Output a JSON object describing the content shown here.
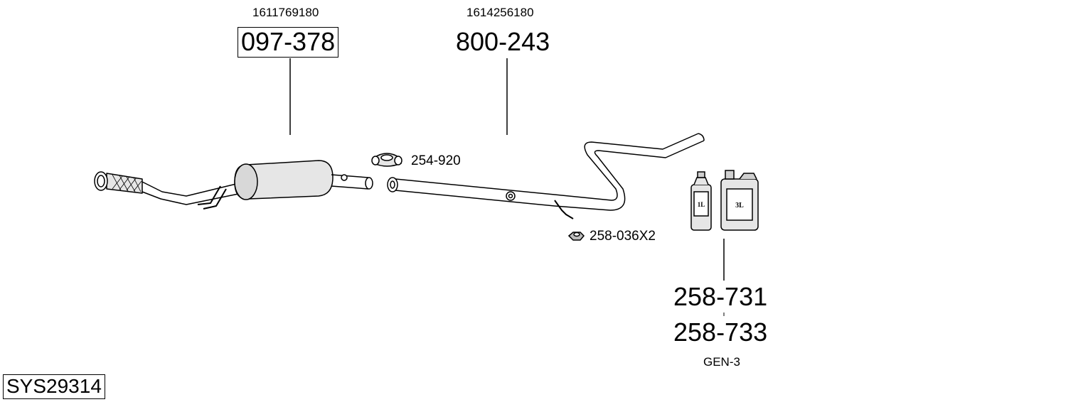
{
  "parts": {
    "muffler": {
      "oem_number": "1611769180",
      "part_number": "097-378"
    },
    "rear_pipe": {
      "oem_number": "1614256180",
      "part_number": "800-243"
    },
    "clamp": {
      "part_number": "254-920"
    },
    "nut": {
      "part_number": "258-036X2"
    },
    "additive": {
      "part_number_1": "258-731",
      "part_number_2": "258-733",
      "note": "GEN-3",
      "bottle_small_label": "1L",
      "bottle_large_label": "3L"
    }
  },
  "system_code": "SYS29314",
  "colors": {
    "line": "#000000",
    "part_fill": "#e6e6e6",
    "background": "#ffffff"
  }
}
